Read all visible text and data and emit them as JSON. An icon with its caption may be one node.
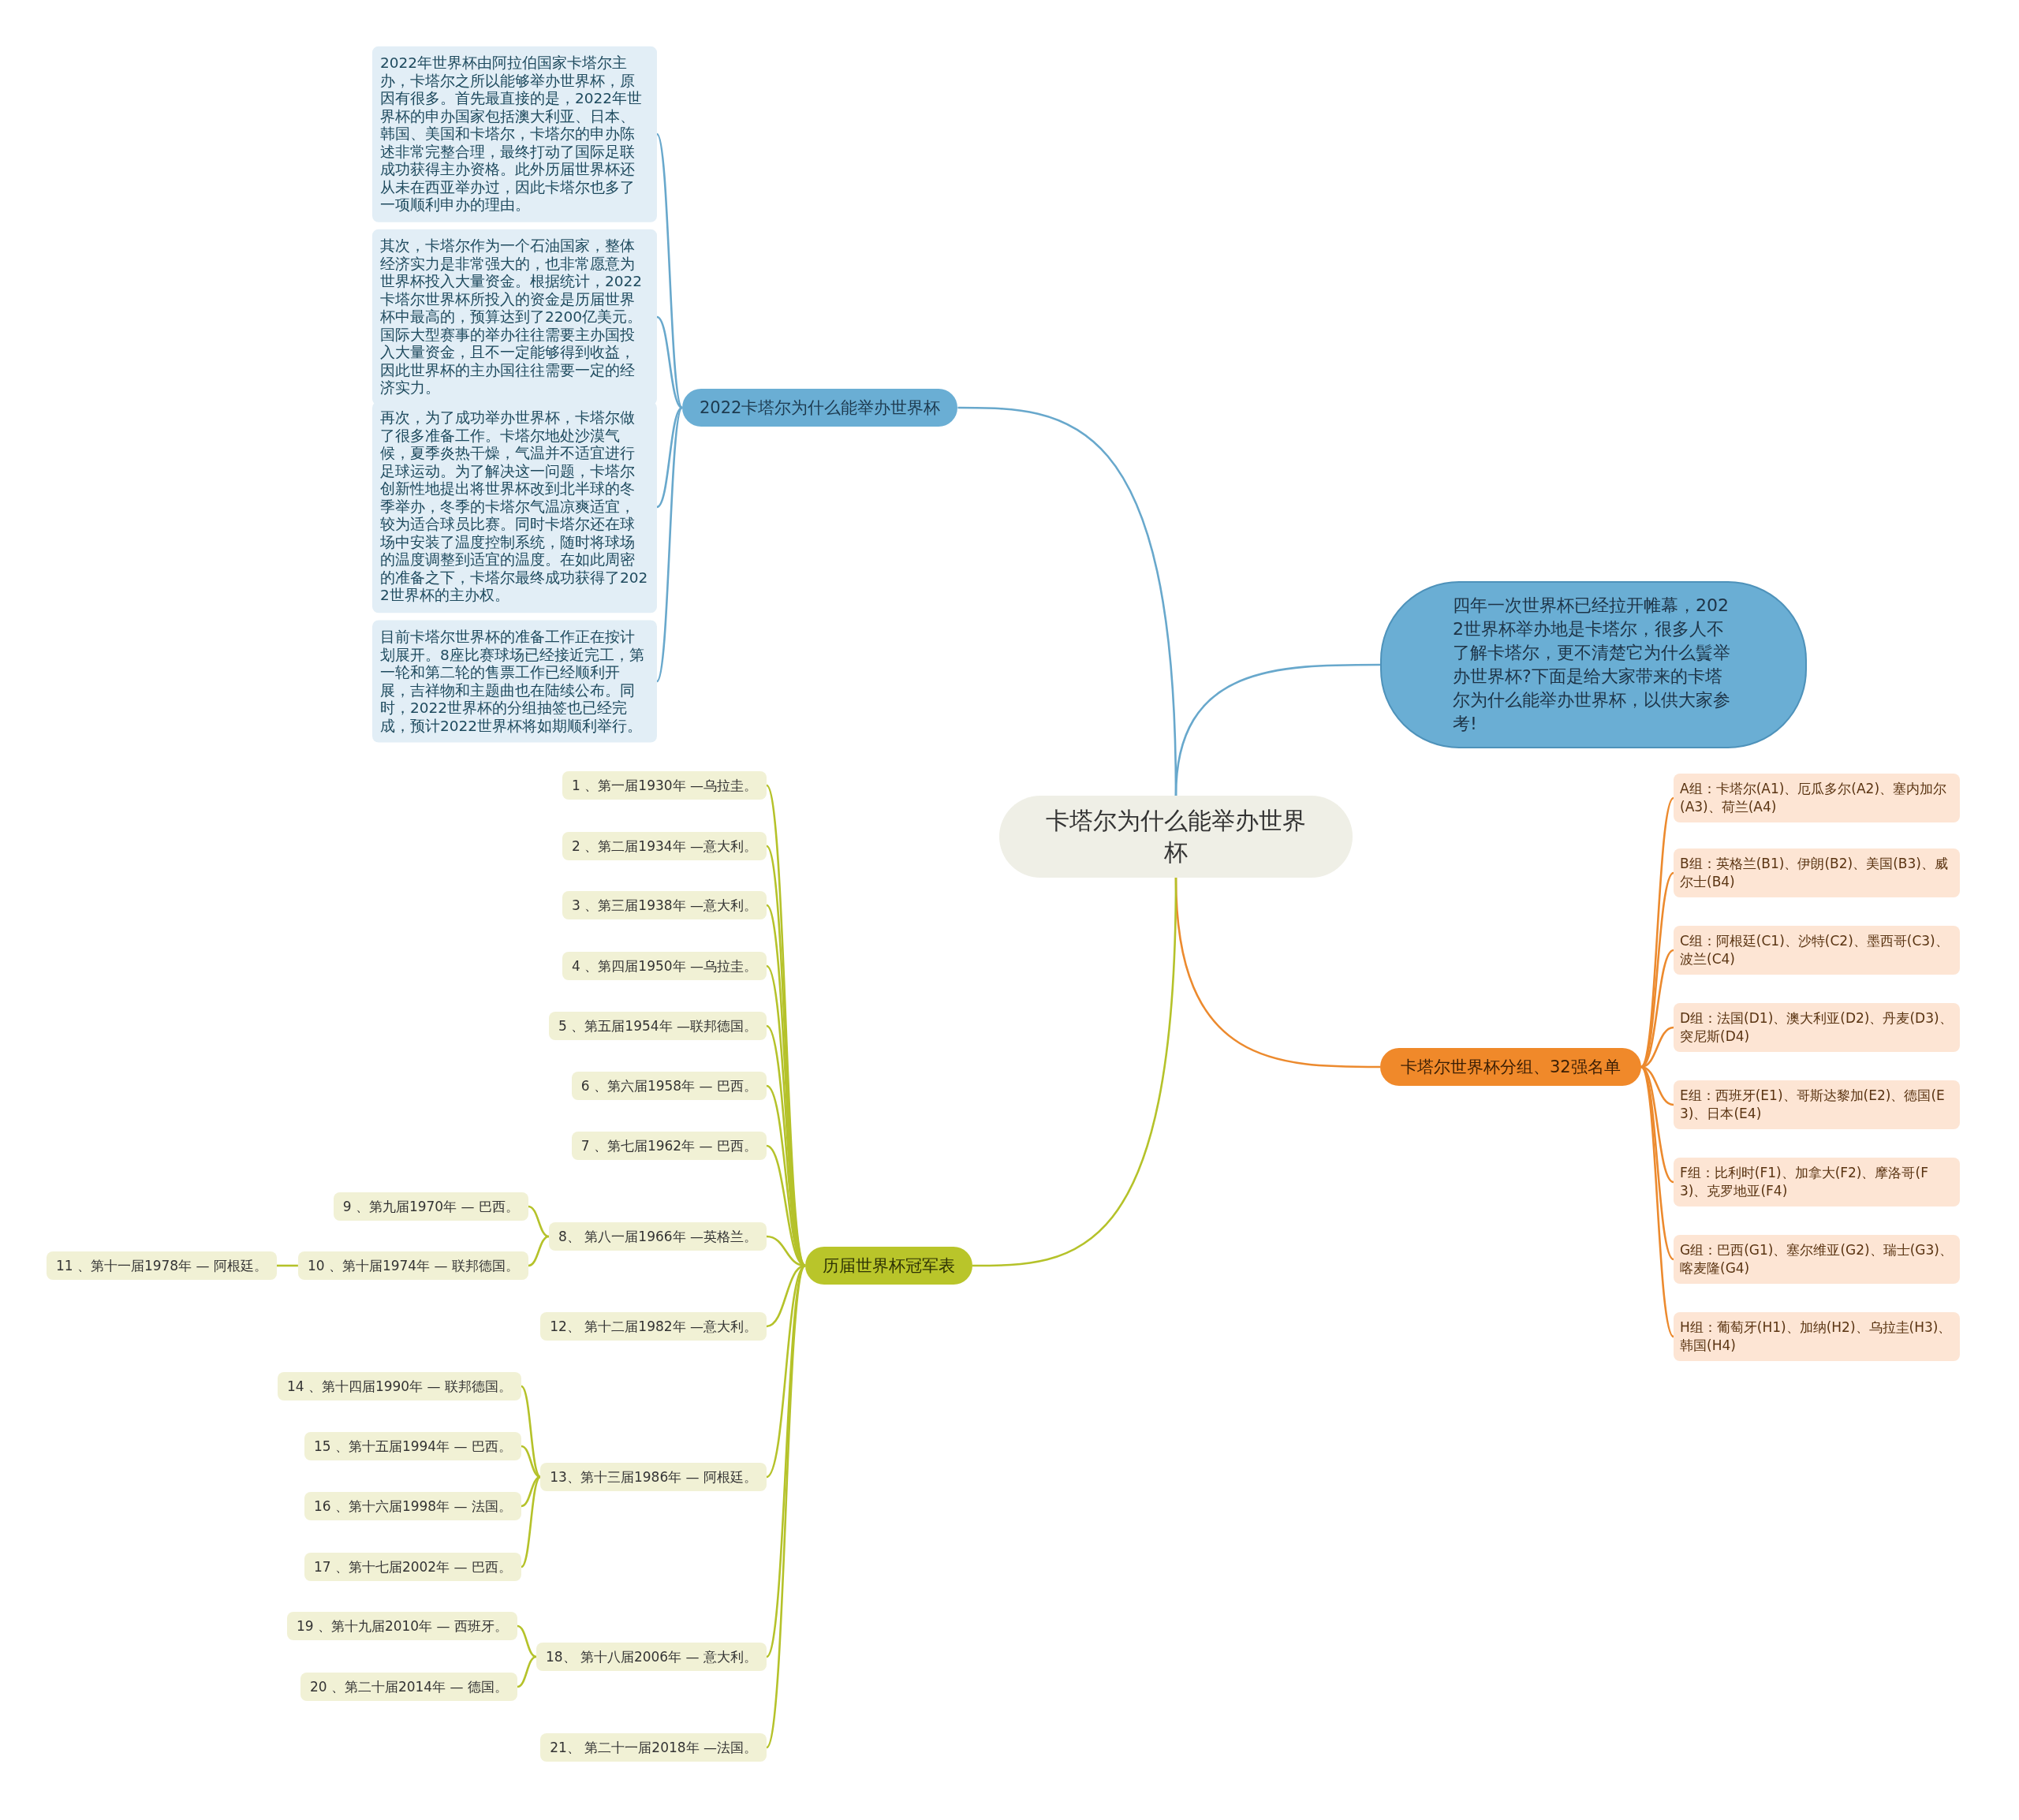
{
  "diagram": {
    "nodes": [
      {
        "text": [
          "卡塔尔为什么能举办世界杯"
        ]
      },
      {
        "text": [
          "2022卡塔尔为什么能举办世界杯"
        ]
      },
      {
        "text": [
          "2022年世界杯由阿拉伯国家卡塔尔主办，卡塔尔之所以能够举办世界杯，原因有很多。首先最直接的是，2022年世界杯的申办国家包括澳大利亚、日本、韩国、美国和卡塔尔，卡塔尔的申办陈述非常完整合理，最终打动了国际足联成功获得主办资格。此外历届世界杯还从未在西亚举办过，因此卡塔尔也多了一项顺利申办的理由。"
        ]
      },
      {
        "text": [
          "其次，卡塔尔作为一个石油国家，整体经济实力是非常强大的，也非常愿意为世界杯投入大量资金。根据统计，2022卡塔尔世界杯所投入的资金是历届世界杯中最高的，预算达到了2200亿美元。国际大型赛事的举办往往需要主办国投入大量资金，且不一定能够得到收益，因此世界杯的主办国往往需要一定的经济实力。"
        ]
      },
      {
        "text": [
          "再次，为了成功举办世界杯，卡塔尔做了很多准备工作。卡塔尔地处沙漠气候，夏季炎热干燥，气温并不适宜进行足球运动。为了解决这一问题，卡塔尔创新性地提出将世界杯改到北半球的冬季举办，冬季的卡塔尔气温凉爽适宜，较为适合球员比赛。同时卡塔尔还在球场中安装了温度控制系统，随时将球场的温度调整到适宜的温度。在如此周密的准备之下，卡塔尔最终成功获得了2022世界杯的主办权。"
        ]
      },
      {
        "text": [
          "目前卡塔尔世界杯的准备工作正在按计划展开。8座比赛球场已经接近完工，第一轮和第二轮的售票工作已经顺利开展，吉祥物和主题曲也在陆续公布。同时，2022世界杯的分组抽签也已经完成，预计2022世界杯将如期顺利举行。"
        ]
      },
      {
        "text": [
          "四年一次世界杯已经拉开帷幕，2022世界杯举办地是卡塔尔，很多人不了解卡塔尔，更不清楚它为什么鬒举办世界杯?下面是给大家带来的卡塔尔为什么能举办世界杯，以供大家参考!"
        ]
      },
      {
        "text": [
          "卡塔尔世界杯分组、32强名单"
        ]
      },
      {
        "text": [
          "A组：卡塔尔(A1)、厄瓜多尔(A2)、塞内加尔(A3)、荷兰(A4)"
        ]
      },
      {
        "text": [
          "B组：英格兰(B1)、伊朗(B2)、美国(B3)、威尔士(B4)"
        ]
      },
      {
        "text": [
          "C组：阿根廷(C1)、沙特(C2)、墨西哥(C3)、波兰(C4)"
        ]
      },
      {
        "text": [
          "D组：法国(D1)、澳大利亚(D2)、丹麦(D3)、突尼斯(D4)"
        ]
      },
      {
        "text": [
          "E组：西班牙(E1)、哥斯达黎加(E2)、德国(E3)、日本(E4)"
        ]
      },
      {
        "text": [
          "F组：比利时(F1)、加拿大(F2)、摩洛哥(F3)、克罗地亚(F4)"
        ]
      },
      {
        "text": [
          "G组：巴西(G1)、塞尔维亚(G2)、瑞士(G3)、喀麦隆(G4)"
        ]
      },
      {
        "text": [
          "H组：葡萄牙(H1)、加纳(H2)、乌拉圭(H3)、韩国(H4)"
        ]
      },
      {
        "text": [
          "历届世界杯冠军表"
        ]
      },
      {
        "text": [
          "1 、第一届1930年 —乌拉圭。"
        ]
      },
      {
        "text": [
          "2 、第二届1934年 —意大利。"
        ]
      },
      {
        "text": [
          "3 、第三届1938年 —意大利。"
        ]
      },
      {
        "text": [
          "4 、第四届1950年 —乌拉圭。"
        ]
      },
      {
        "text": [
          "5 、第五届1954年 —联邦德国。"
        ]
      },
      {
        "text": [
          "6 、第六届1958年 — 巴西。"
        ]
      },
      {
        "text": [
          "7 、第七届1962年 — 巴西。"
        ]
      },
      {
        "text": [
          "8、 第八一届1966年 —英格兰。"
        ]
      },
      {
        "text": [
          "9 、第九届1970年 — 巴西。"
        ]
      },
      {
        "text": [
          "10 、第十届1974年 — 联邦德国。"
        ]
      },
      {
        "text": [
          "11 、第十一届1978年 — 阿根廷。"
        ]
      },
      {
        "text": [
          "12、 第十二届1982年 —意大利。"
        ]
      },
      {
        "text": [
          "13、第十三届1986年 — 阿根廷。"
        ]
      },
      {
        "text": [
          "14 、第十四届1990年 — 联邦德国。"
        ]
      },
      {
        "text": [
          "15 、第十五届1994年 — 巴西。"
        ]
      },
      {
        "text": [
          "16 、第十六届1998年 — 法国。"
        ]
      },
      {
        "text": [
          "17 、第十七届2002年 — 巴西。"
        ]
      },
      {
        "text": [
          "18、 第十八届2006年 — 意大利。"
        ]
      },
      {
        "text": [
          "19 、第十九届2010年 — 西班牙。"
        ]
      },
      {
        "text": [
          "20 、第二十届2014年 — 德国。"
        ]
      },
      {
        "text": [
          "21、 第二十一届2018年 —法国。"
        ]
      }
    ],
    "edges": [
      {
        "from": 0,
        "to": 1,
        "arrow": "none",
        "color": "#68a8cc"
      },
      {
        "from": 0,
        "to": 6,
        "arrow": "none",
        "color": "#68a8cc"
      },
      {
        "from": 0,
        "to": 7,
        "arrow": "none",
        "color": "#ec8a2e"
      },
      {
        "from": 0,
        "to": 16,
        "arrow": "none"
      },
      {
        "from": 1,
        "to": 2,
        "arrow": "none",
        "color": "#68a8cc"
      },
      {
        "from": 1,
        "to": 3,
        "arrow": "none",
        "color": "#68a8cc"
      },
      {
        "from": 1,
        "to": 4,
        "arrow": "none",
        "color": "#68a8cc"
      },
      {
        "from": 1,
        "to": 5,
        "arrow": "none",
        "color": "#68a8cc"
      },
      {
        "from": 7,
        "to": 8,
        "arrow": "none",
        "color": "#ec8a2e"
      },
      {
        "from": 7,
        "to": 9,
        "arrow": "none",
        "color": "#ec8a2e"
      },
      {
        "from": 7,
        "to": 10,
        "arrow": "none",
        "color": "#ec8a2e"
      },
      {
        "from": 7,
        "to": 11,
        "arrow": "none",
        "color": "#ec8a2e"
      },
      {
        "from": 7,
        "to": 12,
        "arrow": "none",
        "color": "#ec8a2e"
      },
      {
        "from": 7,
        "to": 13,
        "arrow": "none",
        "color": "#ec8a2e"
      },
      {
        "from": 7,
        "to": 14,
        "arrow": "none",
        "color": "#ec8a2e"
      },
      {
        "from": 7,
        "to": 15,
        "arrow": "none",
        "color": "#ec8a2e"
      },
      {
        "from": 16,
        "to": 17,
        "arrow": "none"
      },
      {
        "from": 16,
        "to": 18,
        "arrow": "none"
      },
      {
        "from": 16,
        "to": 19,
        "arrow": "none"
      },
      {
        "from": 16,
        "to": 20,
        "arrow": "none"
      },
      {
        "from": 16,
        "to": 21,
        "arrow": "none"
      },
      {
        "from": 16,
        "to": 22,
        "arrow": "none"
      },
      {
        "from": 16,
        "to": 23,
        "arrow": "none"
      },
      {
        "from": 16,
        "to": 24,
        "arrow": "none"
      },
      {
        "from": 24,
        "to": 25,
        "arrow": "none"
      },
      {
        "from": 24,
        "to": 26,
        "arrow": "none"
      },
      {
        "from": 26,
        "to": 27,
        "arrow": "none"
      },
      {
        "from": 16,
        "to": 28,
        "arrow": "none"
      },
      {
        "from": 16,
        "to": 29,
        "arrow": "none"
      },
      {
        "from": 29,
        "to": 30,
        "arrow": "none"
      },
      {
        "from": 29,
        "to": 31,
        "arrow": "none"
      },
      {
        "from": 29,
        "to": 32,
        "arrow": "none"
      },
      {
        "from": 29,
        "to": 33,
        "arrow": "none"
      },
      {
        "from": 16,
        "to": 34,
        "arrow": "none"
      },
      {
        "from": 34,
        "to": 35,
        "arrow": "none"
      },
      {
        "from": 34,
        "to": 36,
        "arrow": "none"
      },
      {
        "from": 16,
        "to": 37,
        "arrow": "none"
      }
    ]
  }
}
